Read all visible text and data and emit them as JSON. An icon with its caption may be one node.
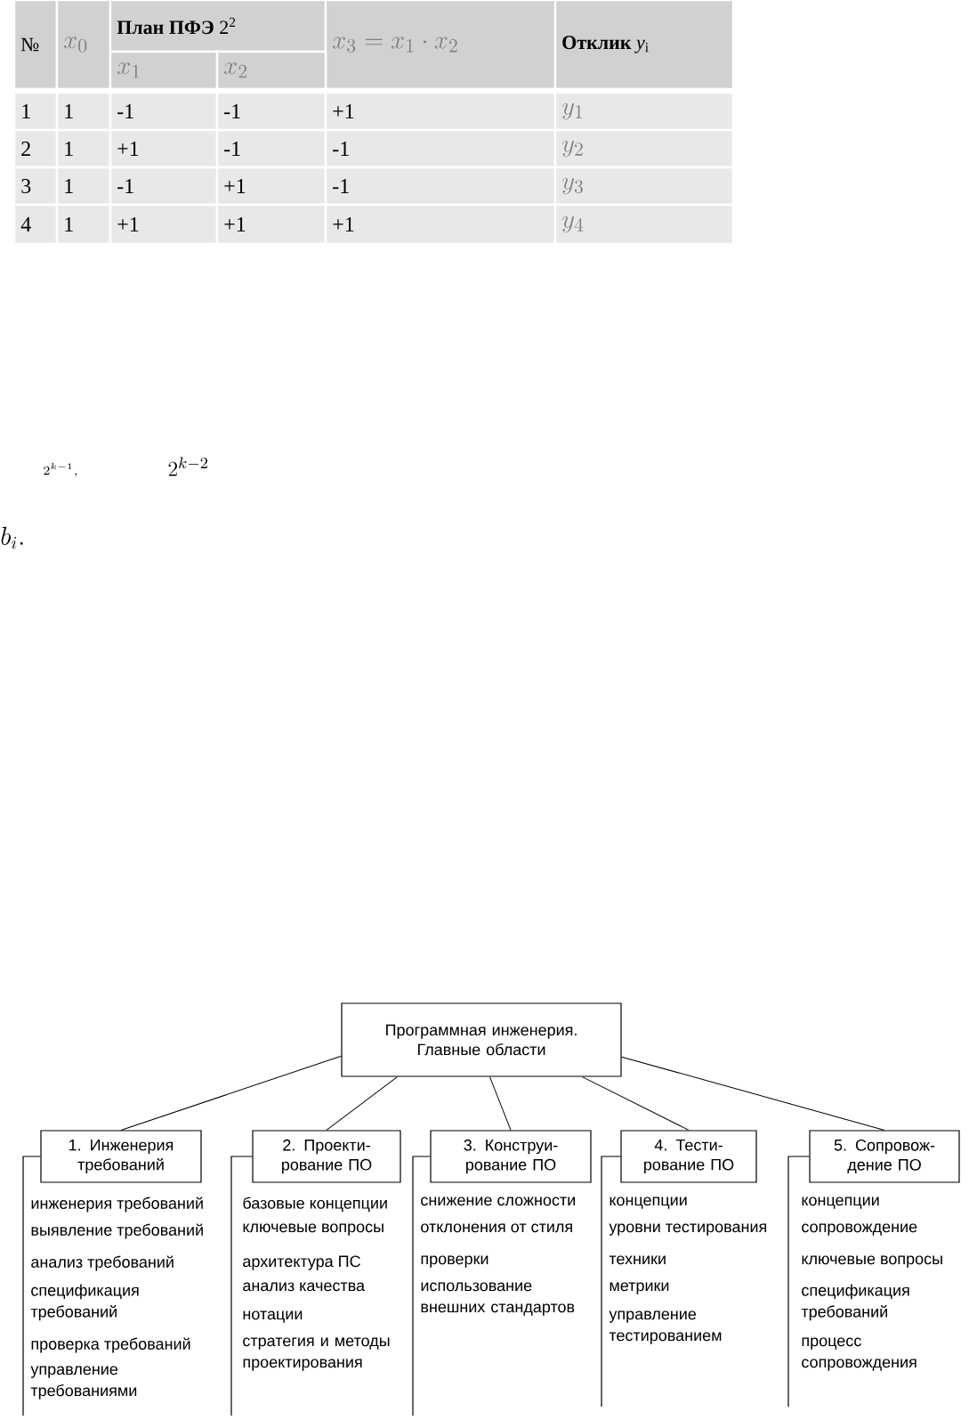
{
  "diagram": {
    "nodes": [
      {
        "text": [
          "Программная инженерия. Главные области"
        ]
      },
      {
        "text": [
          "1. Инженерия требований"
        ]
      },
      {
        "text": [
          "2. Проекти- рование ПО"
        ]
      },
      {
        "text": [
          "3. Конструи- рование ПО"
        ]
      },
      {
        "text": [
          "4. Тести- рование ПО"
        ]
      },
      {
        "text": [
          "5. Сопровож- дение ПО"
        ]
      }
    ],
    "edges": [
      {
        "from": 0,
        "to": 1,
        "arrow": "none"
      },
      {
        "from": 0,
        "to": 2,
        "arrow": "none"
      },
      {
        "from": 0,
        "to": 3,
        "arrow": "none"
      },
      {
        "from": 0,
        "to": 4,
        "arrow": "none"
      },
      {
        "from": 0,
        "to": 5,
        "arrow": "none"
      }
    ],
    "labels": [
      "№",
      "x_0",
      "**План ПФЭ** 2$^{2}$",
      "x_3 = x_1 \\cdot x_2",
      "**Отклик** *y*$_{i}$",
      "x_1",
      "x_2",
      "1",
      "1",
      "-1",
      "-1",
      "+1",
      "y_1",
      "2",
      "1",
      "+1",
      "-1",
      "-1",
      "y_2",
      "3",
      "1",
      "-1",
      "+1",
      "-1",
      "y_3",
      "4",
      "1",
      "+1",
      "+1",
      "+1",
      "y_4",
      "2^{k-1},",
      "2^{k-2}",
      "b_i.",
      "инженерия требований",
      "выявление требований",
      "анализ требований",
      "спецификация требований",
      "проверка  требований",
      "управление требованиями",
      "базовые концепции",
      "ключевые вопросы",
      "архитектура ПС",
      "анализ качества",
      "нотации",
      "стратегия и методы проектирования",
      "снижение сложности",
      "отклонения от стиля",
      "проверки",
      "использование внешних стандартов",
      "концепции",
      "уровни тестирования",
      "техники",
      "метрики",
      "управление тестированием",
      "концепции",
      "сопровождение",
      "ключевые вопросы",
      "спецификация требований",
      "процесс сопровождения"
    ]
  }
}
